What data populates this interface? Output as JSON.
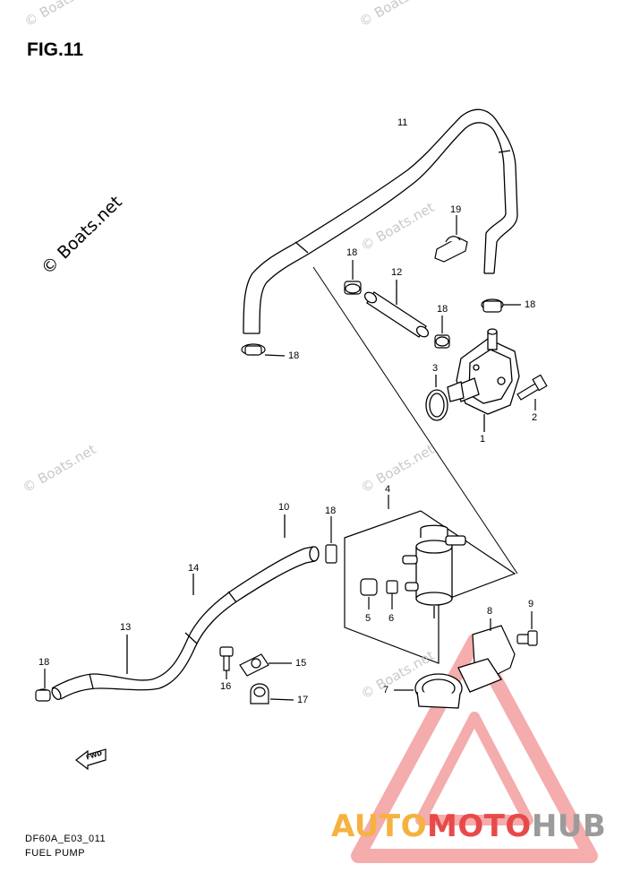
{
  "figure_title": "FIG.11",
  "caption": {
    "line1": "DF60A_E03_011",
    "line2": "FUEL PUMP"
  },
  "watermark": {
    "text": "© Boats.net"
  },
  "brand": {
    "part1": "AUTO",
    "part2": "MOTO",
    "part3": "HUB",
    "color1": "#f6b23e",
    "color2": "#e84a4a",
    "color3": "#9b9b9b"
  },
  "fwd_label": "FWD",
  "callouts": {
    "c1": "1",
    "c2": "2",
    "c3": "3",
    "c4": "4",
    "c5": "5",
    "c6": "6",
    "c7": "7",
    "c8": "8",
    "c9": "9",
    "c10": "10",
    "c11": "11",
    "c12": "12",
    "c13": "13",
    "c14": "14",
    "c15": "15",
    "c16": "16",
    "c17": "17",
    "c18": "18",
    "c19": "19"
  }
}
